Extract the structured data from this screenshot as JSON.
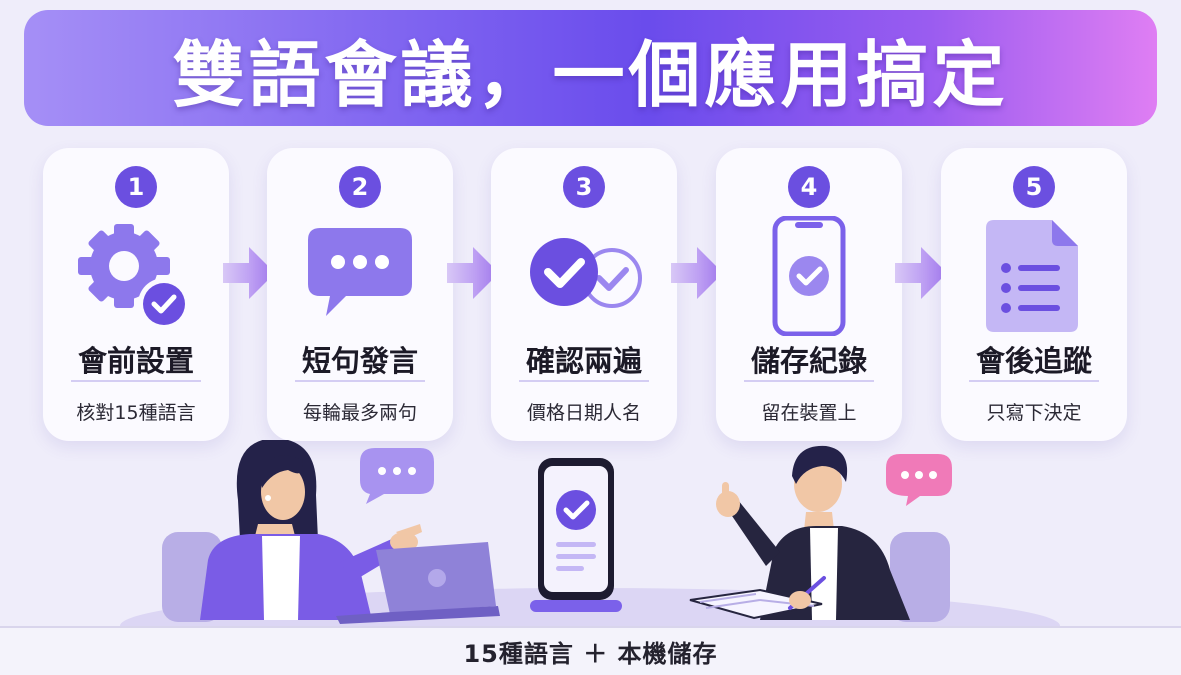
{
  "title": "雙語會議，一個應用搞定",
  "steps": [
    {
      "number": "1",
      "title": "會前設置",
      "subtitle": "核對15種語言",
      "icon": "gear-check-icon"
    },
    {
      "number": "2",
      "title": "短句發言",
      "subtitle": "每輪最多兩句",
      "icon": "speech-bubble-icon"
    },
    {
      "number": "3",
      "title": "確認兩遍",
      "subtitle": "價格日期人名",
      "icon": "double-check-icon"
    },
    {
      "number": "4",
      "title": "儲存紀錄",
      "subtitle": "留在裝置上",
      "icon": "phone-check-icon"
    },
    {
      "number": "5",
      "title": "會後追蹤",
      "subtitle": "只寫下決定",
      "icon": "document-list-icon"
    }
  ],
  "footer": "15種語言 ＋ 本機儲存",
  "colors": {
    "accent": "#6b4fe0",
    "accent_light": "#9b87ef",
    "pink": "#f07ab8",
    "background": "#efedfa",
    "card": "#fbfaff"
  }
}
